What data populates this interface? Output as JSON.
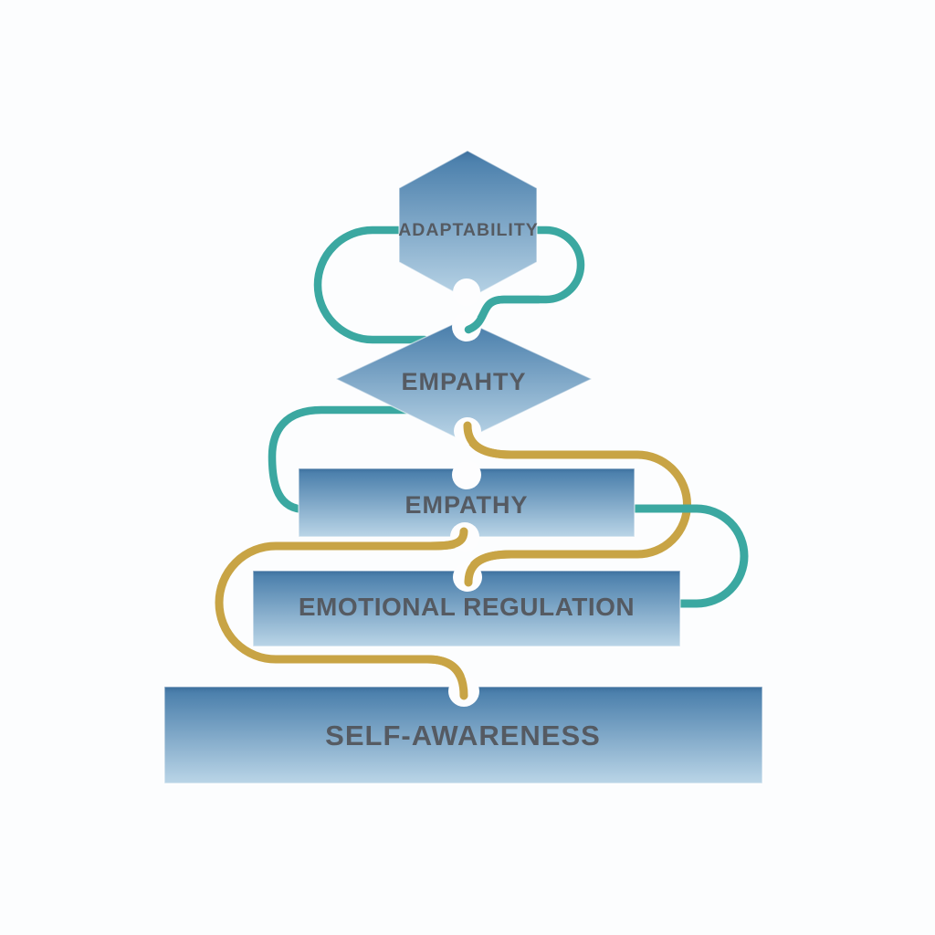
{
  "canvas": {
    "background": "#fcfdfe"
  },
  "palette": {
    "teal": "#3BA8A1",
    "gold": "#C8A445",
    "shape_top": "#3D6F9D",
    "shape_upper": "#4D81AD",
    "shape_bottom": "#BAD5E7",
    "label": "#515459",
    "notch": "#FDFDFE"
  },
  "diagram": {
    "type": "pyramid-flow-diagram",
    "nodes": [
      {
        "id": "adaptability",
        "shape": "hexagon",
        "label": "ADAPTABILITY"
      },
      {
        "id": "empahty",
        "shape": "diamond",
        "label": "EMPAHTY"
      },
      {
        "id": "empathy",
        "shape": "rectangle",
        "label": "EMPATHY"
      },
      {
        "id": "emotional-regulation",
        "shape": "rectangle",
        "label": "EMOTIONAL REGULATION"
      },
      {
        "id": "self-awareness",
        "shape": "rectangle",
        "label": "SELF-AWARENESS"
      }
    ],
    "connectors": [
      {
        "id": "hexagon-loop",
        "color": "teal",
        "from": "adaptability",
        "to": "empahty"
      },
      {
        "id": "diamond-left-loop",
        "color": "teal",
        "from": "empahty",
        "to": "empathy"
      },
      {
        "id": "empathy-right-loop",
        "color": "teal",
        "from": "empathy",
        "to": "emotional-regulation"
      },
      {
        "id": "diamond-gold-loop",
        "color": "gold",
        "from": "empahty",
        "to": "emotional-regulation"
      },
      {
        "id": "empathy-gold-loop",
        "color": "gold",
        "from": "empathy",
        "to": "self-awareness"
      }
    ]
  }
}
